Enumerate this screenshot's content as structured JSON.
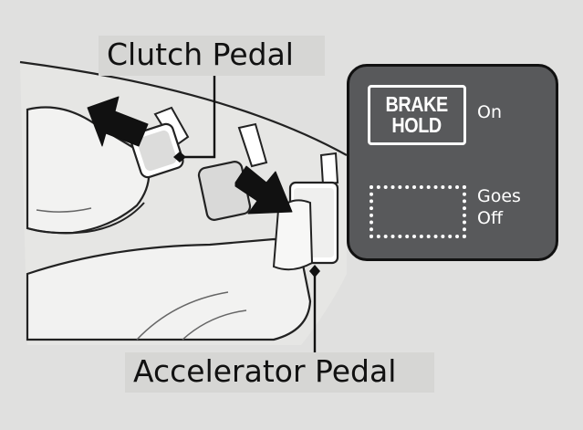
{
  "labels": {
    "clutch": "Clutch Pedal",
    "accelerator": "Accelerator Pedal"
  },
  "indicator": {
    "badge_line1": "BRAKE",
    "badge_line2": "HOLD",
    "on": "On",
    "goes": "Goes",
    "off": "Off"
  },
  "colors": {
    "panel": "#58595b",
    "background": "#e0e0df",
    "label_box": "#d6d6d4",
    "arrow": "#111111"
  }
}
